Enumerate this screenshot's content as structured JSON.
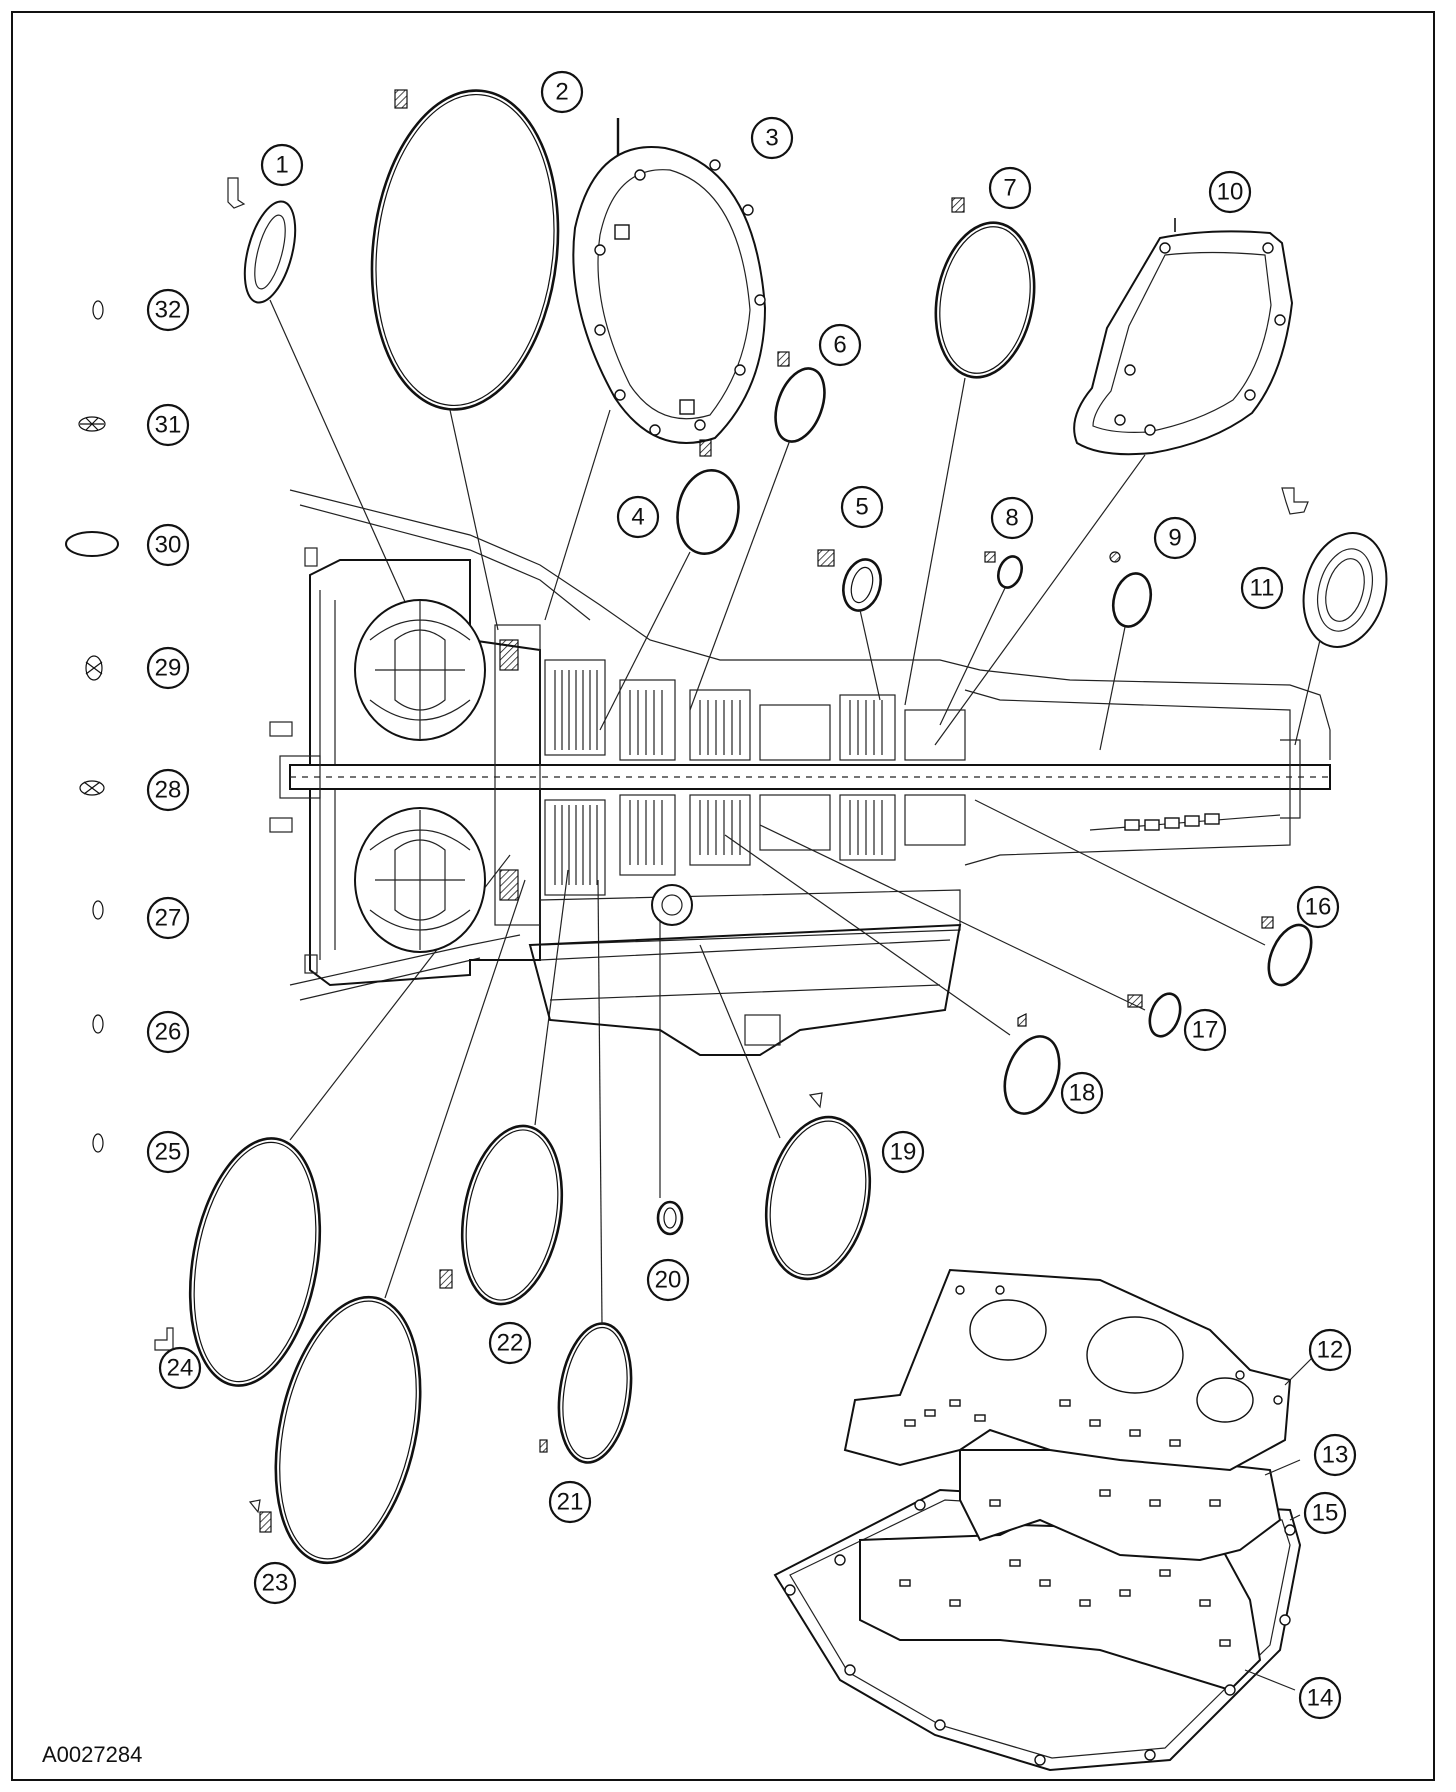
{
  "figure_id": "A0027284",
  "callouts": {
    "c1": "1",
    "c2": "2",
    "c3": "3",
    "c4": "4",
    "c5": "5",
    "c6": "6",
    "c7": "7",
    "c8": "8",
    "c9": "9",
    "c10": "10",
    "c11": "11",
    "c12": "12",
    "c13": "13",
    "c14": "14",
    "c15": "15",
    "c16": "16",
    "c17": "17",
    "c18": "18",
    "c19": "19",
    "c20": "20",
    "c21": "21",
    "c22": "22",
    "c23": "23",
    "c24": "24",
    "c25": "25",
    "c26": "26",
    "c27": "27",
    "c28": "28",
    "c29": "29",
    "c30": "30",
    "c31": "31",
    "c32": "32"
  }
}
